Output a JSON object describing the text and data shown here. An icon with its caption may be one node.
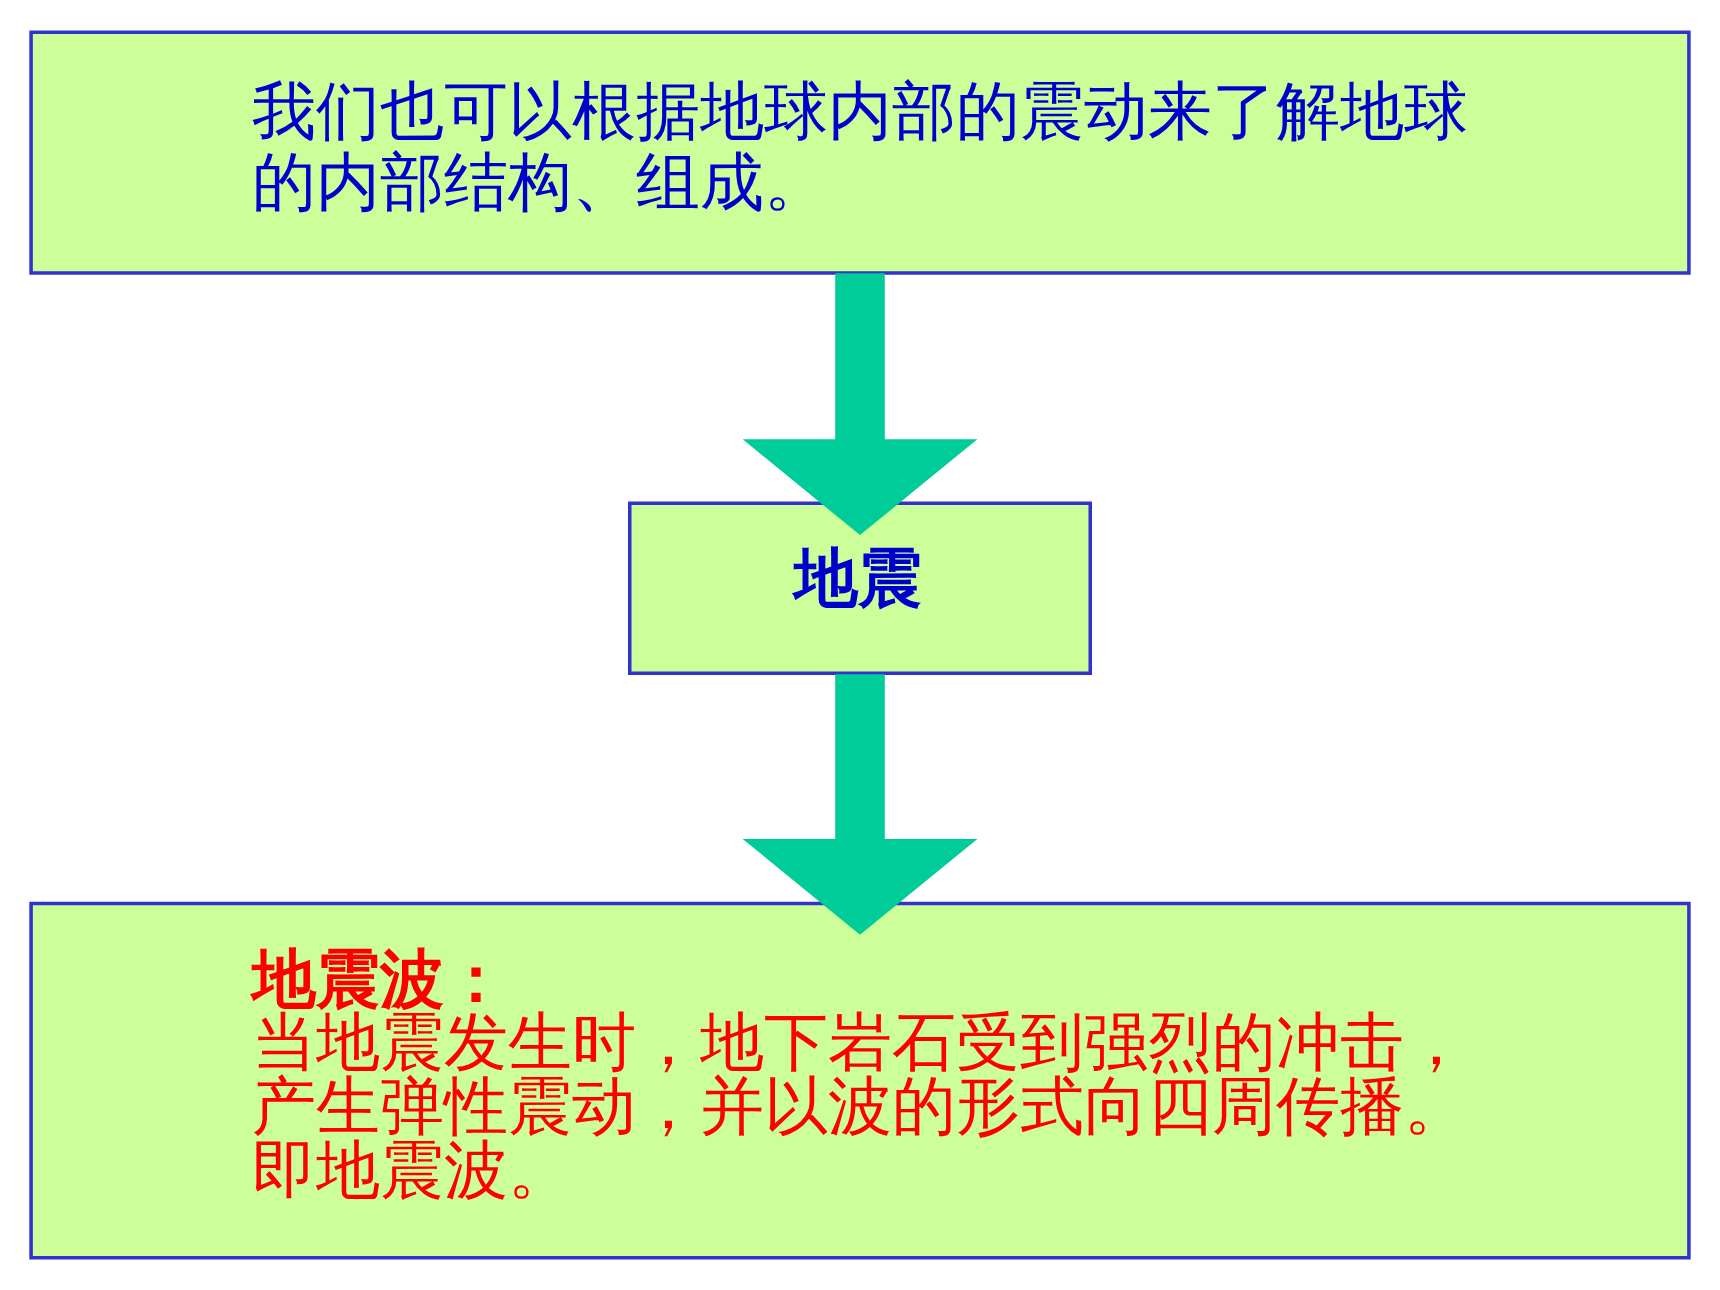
{
  "diagram": {
    "nodes": [
      {
        "text": [
          "我们也可以根据地球内部的震动来了解地球的内部结构、组成。"
        ]
      },
      {
        "text": [
          "地震"
        ]
      },
      {
        "text": [
          "地震波：",
          "当地震发生时，地下岩石受到强烈的冲击，产生弹性震动，并以波的形式向四周传播。即地震波。"
        ]
      }
    ],
    "edges": [
      {
        "from": 0,
        "to": 1,
        "arrow": "to"
      },
      {
        "from": 1,
        "to": 2,
        "arrow": "to"
      }
    ]
  }
}
